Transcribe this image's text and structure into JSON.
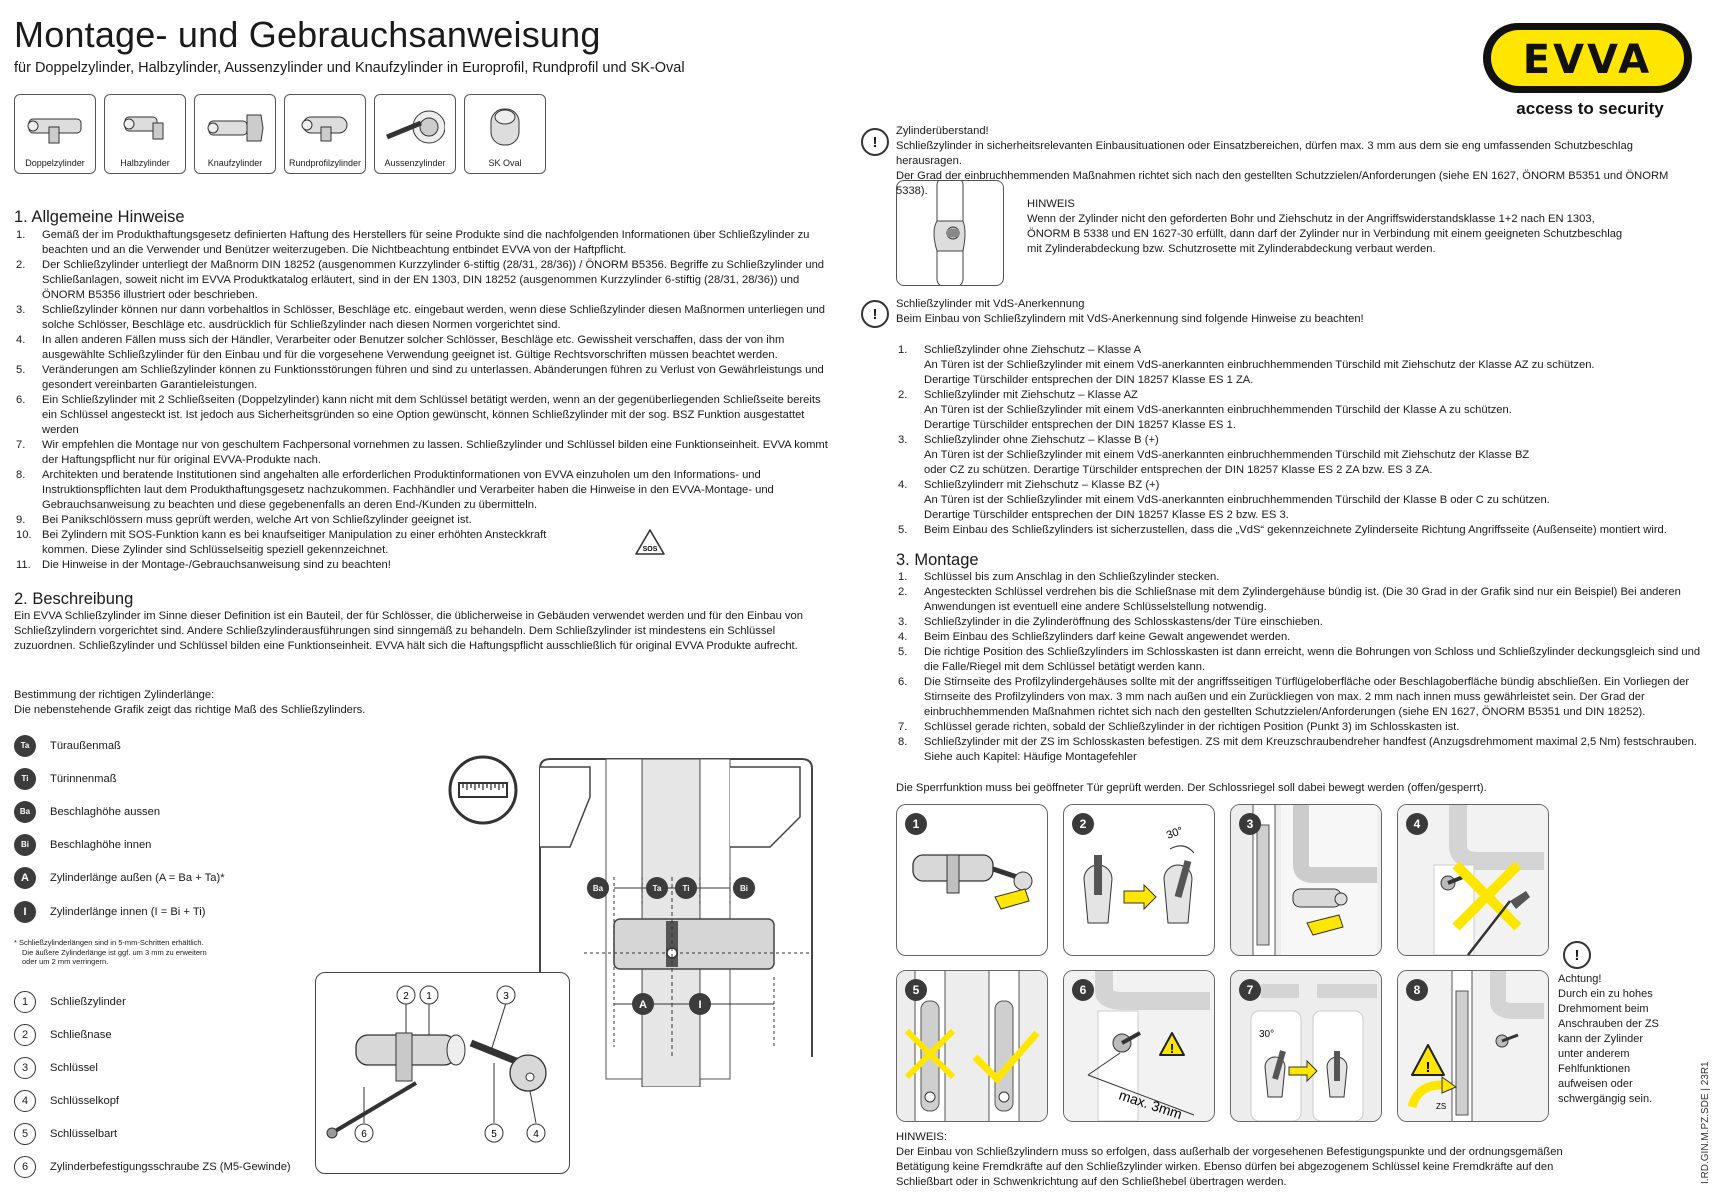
{
  "header": {
    "title": "Montage- und Gebrauchsanweisung",
    "subtitle": "für Doppelzylinder, Halbzylinder, Aussenzylinder und Knaufzylinder in Europrofil, Rundprofil und SK-Oval"
  },
  "logo": {
    "text": "EVVA",
    "tagline": "access to security",
    "yellow": "#ffe600",
    "black": "#111111"
  },
  "products": [
    "Doppelzylinder",
    "Halbzylinder",
    "Knaufzylinder",
    "Rundprofilzylinder",
    "Aussenzylinder",
    "SK Oval"
  ],
  "section1": {
    "heading": "1. Allgemeine Hinweise",
    "items": [
      {
        "n": "1.",
        "text": "Gemäß der im Produkthaftungsgesetz definierten Haftung des Herstellers für seine Produkte sind die nachfolgenden Informationen über Schließzylinder zu beachten und an die Verwender und Benützer weiterzugeben. Die Nichtbeachtung entbindet EVVA von der Haftpflicht."
      },
      {
        "n": "2.",
        "text": "Der Schließzylinder unterliegt der Maßnorm DIN 18252 (ausgenommen Kurzzylinder 6-stiftig (28/31, 28/36)) / ÖNORM B5356. Begriffe zu Schließzylinder und Schließanlagen, soweit nicht im EVVA Produktkatalog erläutert, sind in der EN 1303, DIN 18252 (ausgenommen Kurzzylinder 6-stiftig (28/31, 28/36)) und ÖNORM B5356 illustriert oder beschrieben."
      },
      {
        "n": "3.",
        "text": "Schließzylinder können nur dann vorbehaltlos in Schlösser, Beschläge etc. eingebaut werden, wenn diese Schließzylinder diesen Maßnormen unterliegen und solche Schlösser, Beschläge etc. ausdrücklich für Schließzylinder nach diesen Normen vorgerichtet sind."
      },
      {
        "n": "4.",
        "text": "In allen anderen Fällen muss sich der Händler, Verarbeiter oder Benutzer solcher Schlösser, Beschläge etc. Gewissheit verschaffen, dass der von ihm ausgewählte Schließzylinder für den Einbau und für die vorgesehene Verwendung geeignet ist. Gültige Rechtsvorschriften müssen beachtet werden."
      },
      {
        "n": "5.",
        "text": "Veränderungen am Schließzylinder können zu Funktionsstörungen führen und sind zu unterlassen. Abänderungen führen zu Verlust von Gewährleistungs und gesondert vereinbarten Garantieleistungen."
      },
      {
        "n": "6.",
        "text": "Ein Schließzylinder mit 2 Schließseiten (Doppelzylinder) kann nicht mit dem Schlüssel betätigt werden, wenn an der gegenüberliegenden Schließseite bereits ein Schlüssel angesteckt ist. Ist jedoch aus Sicherheitsgründen so eine Option gewünscht, können Schließzylinder mit der sog. BSZ Funktion ausgestattet werden"
      },
      {
        "n": "7.",
        "text": "Wir empfehlen die Montage nur von geschultem Fachpersonal vornehmen zu lassen. Schließzylinder und Schlüssel bilden eine Funktionseinheit. EVVA kommt der Haftungspflicht nur für original EVVA-Produkte nach."
      },
      {
        "n": "8.",
        "text": "Architekten und beratende Institutionen sind angehalten alle erforderlichen Produktinformationen von EVVA einzuholen um den Informations- und Instruktionspflichten laut dem Produkthaftungsgesetz nachzukommen. Fachhändler und Verarbeiter haben die Hinweise in den EVVA-Montage- und Gebrauchsanweisung zu beachten und diese gegebenenfalls an deren End-/Kunden zu übermitteln."
      },
      {
        "n": "9.",
        "text": "Bei Panikschlössern muss geprüft werden, welche Art von Schließzylinder geeignet ist."
      },
      {
        "n": "10.",
        "text": "Bei Zylindern mit SOS-Funktion kann es bei knaufseitiger Manipulation zu einer erhöhten Ansteckkraft kommen. Diese Zylinder sind Schlüsselseitig speziell gekennzeichnet."
      },
      {
        "n": "11.",
        "text": "Die Hinweise in der Montage-/Gebrauchsanweisung sind zu beachten!"
      }
    ],
    "sos_label": "SOS"
  },
  "section2": {
    "heading": "2. Beschreibung",
    "text": "Ein EVVA Schließzylinder im Sinne dieser Definition ist ein Bauteil, der für Schlösser, die üblicherweise in Gebäuden verwendet werden und für den Einbau von Schließzylindern vorgerichtet sind. Andere Schließzylinderausführungen sind sinngemäß zu behandeln. Dem Schließzylinder ist mindestens ein Schlüssel zuzuordnen. Schließzylinder und Schlüssel bilden eine Funktionseinheit. EVVA hält sich die Haftungspflicht ausschließlich für original EVVA Produkte aufrecht.",
    "length_title": "Bestimmung der richtigen Zylinderlänge:",
    "length_sub": "Die nebenstehende Grafik zeigt das richtige Maß des Schließzylinders.",
    "legend": [
      {
        "badge": "Ta",
        "label": "Türaußenmaß"
      },
      {
        "badge": "Ti",
        "label": "Türinnenmaß"
      },
      {
        "badge": "Ba",
        "label": "Beschlaghöhe aussen"
      },
      {
        "badge": "Bi",
        "label": "Beschlaghöhe innen"
      },
      {
        "badge": "A",
        "label": "Zylinderlänge außen (A = Ba + Ta)*"
      },
      {
        "badge": "I",
        "label": "Zylinderlänge innen (I = Bi + Ti)"
      }
    ],
    "footnote": [
      "* Schließzylinderlängen sind in 5-mm-Schritten erhältlich.",
      "Die äußere Zylinderlänge ist ggf. um 3 mm zu erweitern",
      "oder um 2 mm verringern."
    ],
    "parts": [
      {
        "n": "1",
        "label": "Schließzylinder"
      },
      {
        "n": "2",
        "label": "Schließnase"
      },
      {
        "n": "3",
        "label": "Schlüssel"
      },
      {
        "n": "4",
        "label": "Schlüsselkopf"
      },
      {
        "n": "5",
        "label": "Schlüsselbart"
      },
      {
        "n": "6",
        "label": "Zylinderbefestigungsschraube ZS (M5-Gewinde)"
      }
    ],
    "dim_labels": {
      "ba": "Ba",
      "ta": "Ta",
      "ti": "Ti",
      "bi": "Bi",
      "a": "A",
      "i": "I"
    },
    "callouts": [
      "2",
      "1",
      "3",
      "6",
      "5",
      "4"
    ]
  },
  "right": {
    "warn1_title": "Zylinderüberstand!",
    "warn1_l1": "Schließzylinder in sicherheitsrelevanten Einbausituationen oder Einsatzbereichen, dürfen max. 3 mm aus dem sie eng umfassenden Schutzbeschlag herausragen.",
    "warn1_l2": "Der Grad der einbruchhemmenden Maßnahmen richtet sich nach den gestellten Schutzzielen/Anforderungen (siehe EN 1627, ÖNORM B5351 und ÖNORM 5338).",
    "hinweis_title": "HINWEIS",
    "hinweis_l1": "Wenn der Zylinder nicht den geforderten Bohr und Ziehschutz in der Angriffswiderstandsklasse 1+2 nach EN 1303,",
    "hinweis_l2": "ÖNORM B 5338 und EN 1627-30 erfüllt, dann darf der Zylinder nur in Verbindung mit einem geeigneten Schutzbeschlag",
    "hinweis_l3": "mit Zylinderabdeckung bzw. Schutzrosette mit Zylinderabdeckung verbaut werden.",
    "vds_title": "Schließzylinder mit VdS-Anerkennung",
    "vds_sub": "Beim Einbau von Schließzylindern mit VdS-Anerkennung sind folgende Hinweise zu beachten!",
    "vds_items": [
      {
        "n": "1.",
        "lines": [
          "Schließzylinder ohne Ziehschutz – Klasse A",
          "An Türen ist der Schließzylinder mit einem VdS-anerkannten einbruchhemmenden Türschild mit Ziehschutz der Klasse AZ zu schützen.",
          "Derartige Türschilder entsprechen der DIN 18257 Klasse ES 1 ZA."
        ]
      },
      {
        "n": "2.",
        "lines": [
          "Schließzylinder mit Ziehschutz – Klasse AZ",
          "An Türen ist der Schließzylinder mit einem VdS-anerkannten einbruchhemmenden Türschild der Klasse A zu schützen.",
          "Derartige Türschilder entsprechen der DIN 18257 Klasse ES 1."
        ]
      },
      {
        "n": "3.",
        "lines": [
          "Schließzylinder ohne Ziehschutz – Klasse B (+)",
          "An Türen ist der Schließzylinder mit einem VdS-anerkannten einbruchhemmenden Türschild mit Ziehschutz der Klasse BZ",
          "oder CZ zu schützen. Derartige Türschilder entsprechen der DIN 18257 Klasse ES 2 ZA bzw. ES 3 ZA."
        ]
      },
      {
        "n": "4.",
        "lines": [
          "Schließzylinderr mit Ziehschutz – Klasse BZ (+)",
          "An Türen ist der Schließzylinder mit einem VdS-anerkannten einbruchhemmenden Türschild der Klasse B oder C zu schützen.",
          "Derartige Türschilder entsprechen der DIN 18257 Klasse ES 2 bzw. ES 3."
        ]
      },
      {
        "n": "5.",
        "lines": [
          "Beim Einbau des Schließzylinders ist sicherzustellen, dass die „VdS“ gekennzeichnete Zylinderseite Richtung Angriffsseite (Außenseite) montiert wird."
        ]
      }
    ],
    "montage_heading": "3. Montage",
    "montage_items": [
      {
        "n": "1.",
        "text": "Schlüssel bis zum Anschlag in den Schließzylinder stecken."
      },
      {
        "n": "2.",
        "text": "Angesteckten Schlüssel verdrehen bis die Schließnase mit dem Zylindergehäuse bündig ist. (Die 30 Grad in der Grafik sind nur ein Beispiel) Bei anderen Anwendungen ist eventuell eine andere Schlüsselstellung notwendig."
      },
      {
        "n": "3.",
        "text": "Schließzylinder in die Zylinderöffnung des Schlosskastens/der Türe einschieben."
      },
      {
        "n": "4.",
        "text": "Beim Einbau des Schließzylinders darf keine Gewalt angewendet werden."
      },
      {
        "n": "5.",
        "text": "Die richtige Position des Schließzylinders im Schlosskasten ist dann erreicht, wenn die Bohrungen von Schloss und Schließzylinder deckungsgleich sind und die Falle/Riegel mit dem Schlüssel betätigt werden kann."
      },
      {
        "n": "6.",
        "text": "Die Stirnseite des Profilzylindergehäuses sollte mit der angriffsseitigen Türflügeloberfläche oder Beschlagoberfläche bündig abschließen. Ein Vorliegen der Stirnseite des Profilzylinders von max. 3 mm nach außen und ein Zurückliegen von max. 2 mm nach innen muss gewährleistet sein. Der Grad der einbruchhemmenden Maßnahmen richtet sich nach den gestellten Schutzzielen/Anforderungen (siehe EN 1627, ÖNORM B5351 und DIN 18252)."
      },
      {
        "n": "7.",
        "text": "Schlüssel gerade richten, sobald der Schließzylinder in der richtigen Position (Punkt 3) im Schlosskasten ist."
      },
      {
        "n": "8.",
        "text": "Schließzylinder mit der ZS im Schlosskasten befestigen. ZS mit dem Kreuzschraubendreher handfest (Anzugsdrehmoment maximal 2,5 Nm) festschrauben. Siehe auch Kapitel: Häufige Montagefehler"
      }
    ],
    "sperr": "Die Sperrfunktion muss bei geöffneter Tür geprüft werden. Der Schlossriegel soll dabei bewegt werden (offen/gesperrt).",
    "steps": [
      "1",
      "2",
      "3",
      "4",
      "5",
      "6",
      "7",
      "8"
    ],
    "deg30": "30°",
    "max3mm": "max. 3mm",
    "zs": "ZS",
    "achtung_title": "Achtung!",
    "achtung_lines": [
      "Durch ein zu hohes",
      "Drehmoment beim",
      "Anschrauben der ZS",
      "kann der Zylinder",
      "unter anderem",
      "Fehlfunktionen",
      "aufweisen oder",
      "schwergängig sein."
    ],
    "hinweis2_title": "HINWEIS:",
    "hinweis2_text": "Der Einbau von Schließzylindern muss so erfolgen, dass außerhalb der vorgesehenen Befestigungspunkte und der ordnungsgemäßen Betätigung keine Fremdkräfte auf den Schließzylinder wirken. Ebenso dürfen bei abgezogenem Schlüssel keine Fremdkräfte auf den Schließbart oder in Schwenkrichtung auf den Schließhebel übertragen werden.",
    "doc_code": "I.RD.GIN.M.PZ.SDE | 23R1"
  }
}
